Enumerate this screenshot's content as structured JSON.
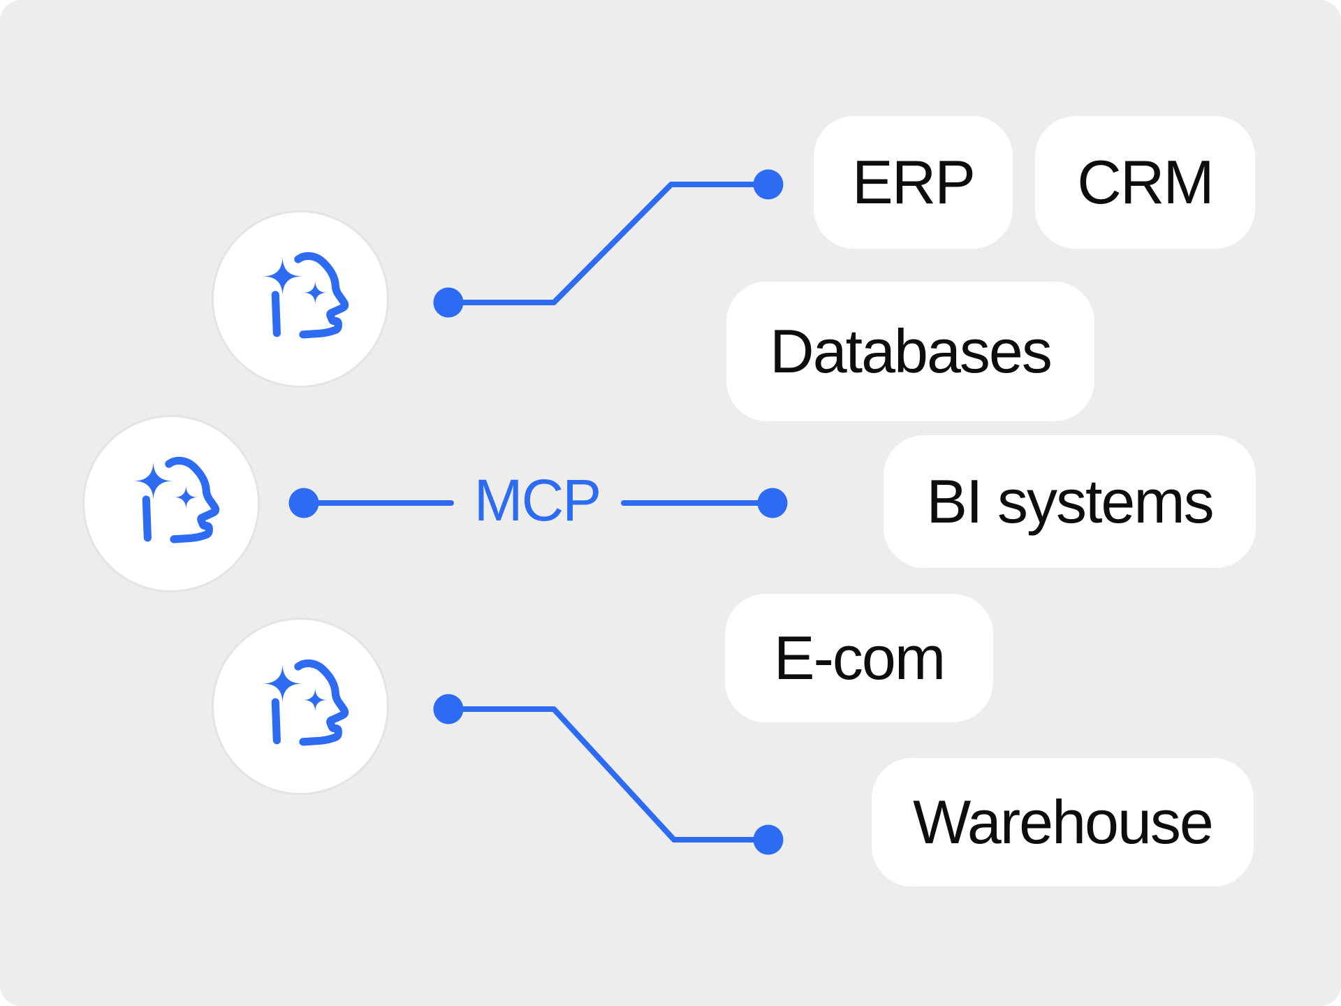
{
  "diagram": {
    "hub_label": "MCP",
    "agents": [
      {
        "icon": "ai-face-sparkles-icon"
      },
      {
        "icon": "ai-face-sparkles-icon"
      },
      {
        "icon": "ai-face-sparkles-icon"
      }
    ],
    "systems": [
      {
        "label": "ERP"
      },
      {
        "label": "CRM"
      },
      {
        "label": "Databases"
      },
      {
        "label": "BI systems"
      },
      {
        "label": "E-com"
      },
      {
        "label": "Warehouse"
      }
    ],
    "colors": {
      "accent_blue": "#2d6bf2",
      "canvas_background": "#ededee",
      "node_background": "#ffffff",
      "node_ring": "#e3e4e6",
      "label_text": "#0d0d0d"
    }
  }
}
